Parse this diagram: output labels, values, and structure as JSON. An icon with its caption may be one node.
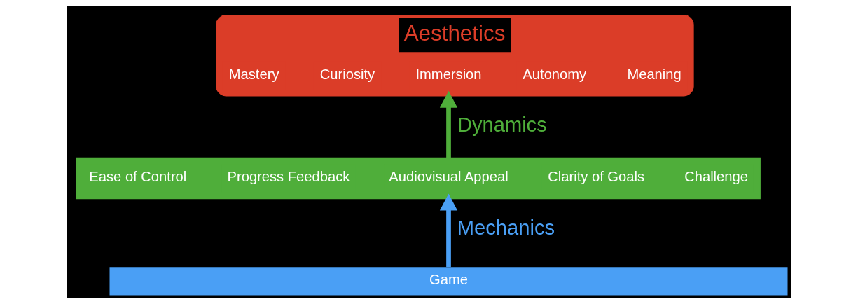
{
  "diagram": {
    "nodes": [
      {
        "text": [
          "Aesthetics"
        ]
      },
      {
        "text": [
          "Mastery"
        ],
        "in": 0
      },
      {
        "text": [
          "Curiosity"
        ],
        "in": 0
      },
      {
        "text": [
          "Immersion"
        ],
        "in": 0
      },
      {
        "text": [
          "Autonomy"
        ],
        "in": 0
      },
      {
        "text": [
          "Meaning"
        ],
        "in": 0
      },
      {
        "text": [],
        "shape": "box"
      },
      {
        "text": [
          "Ease of Control"
        ],
        "in": 6
      },
      {
        "text": [
          "Progress Feedback"
        ],
        "in": 6
      },
      {
        "text": [
          "Audiovisual Appeal"
        ],
        "in": 6
      },
      {
        "text": [
          "Clarity of Goals"
        ],
        "in": 6
      },
      {
        "text": [
          "Challenge"
        ],
        "in": 6
      },
      {
        "text": [
          "Game"
        ]
      }
    ],
    "edges": [
      {
        "from": 12,
        "to": 6,
        "arrow": "to",
        "label": "Mechanics",
        "color": "#4a9ff5"
      },
      {
        "from": 6,
        "to": 0,
        "arrow": "to",
        "label": "Dynamics",
        "color": "#4fae3a"
      }
    ]
  }
}
